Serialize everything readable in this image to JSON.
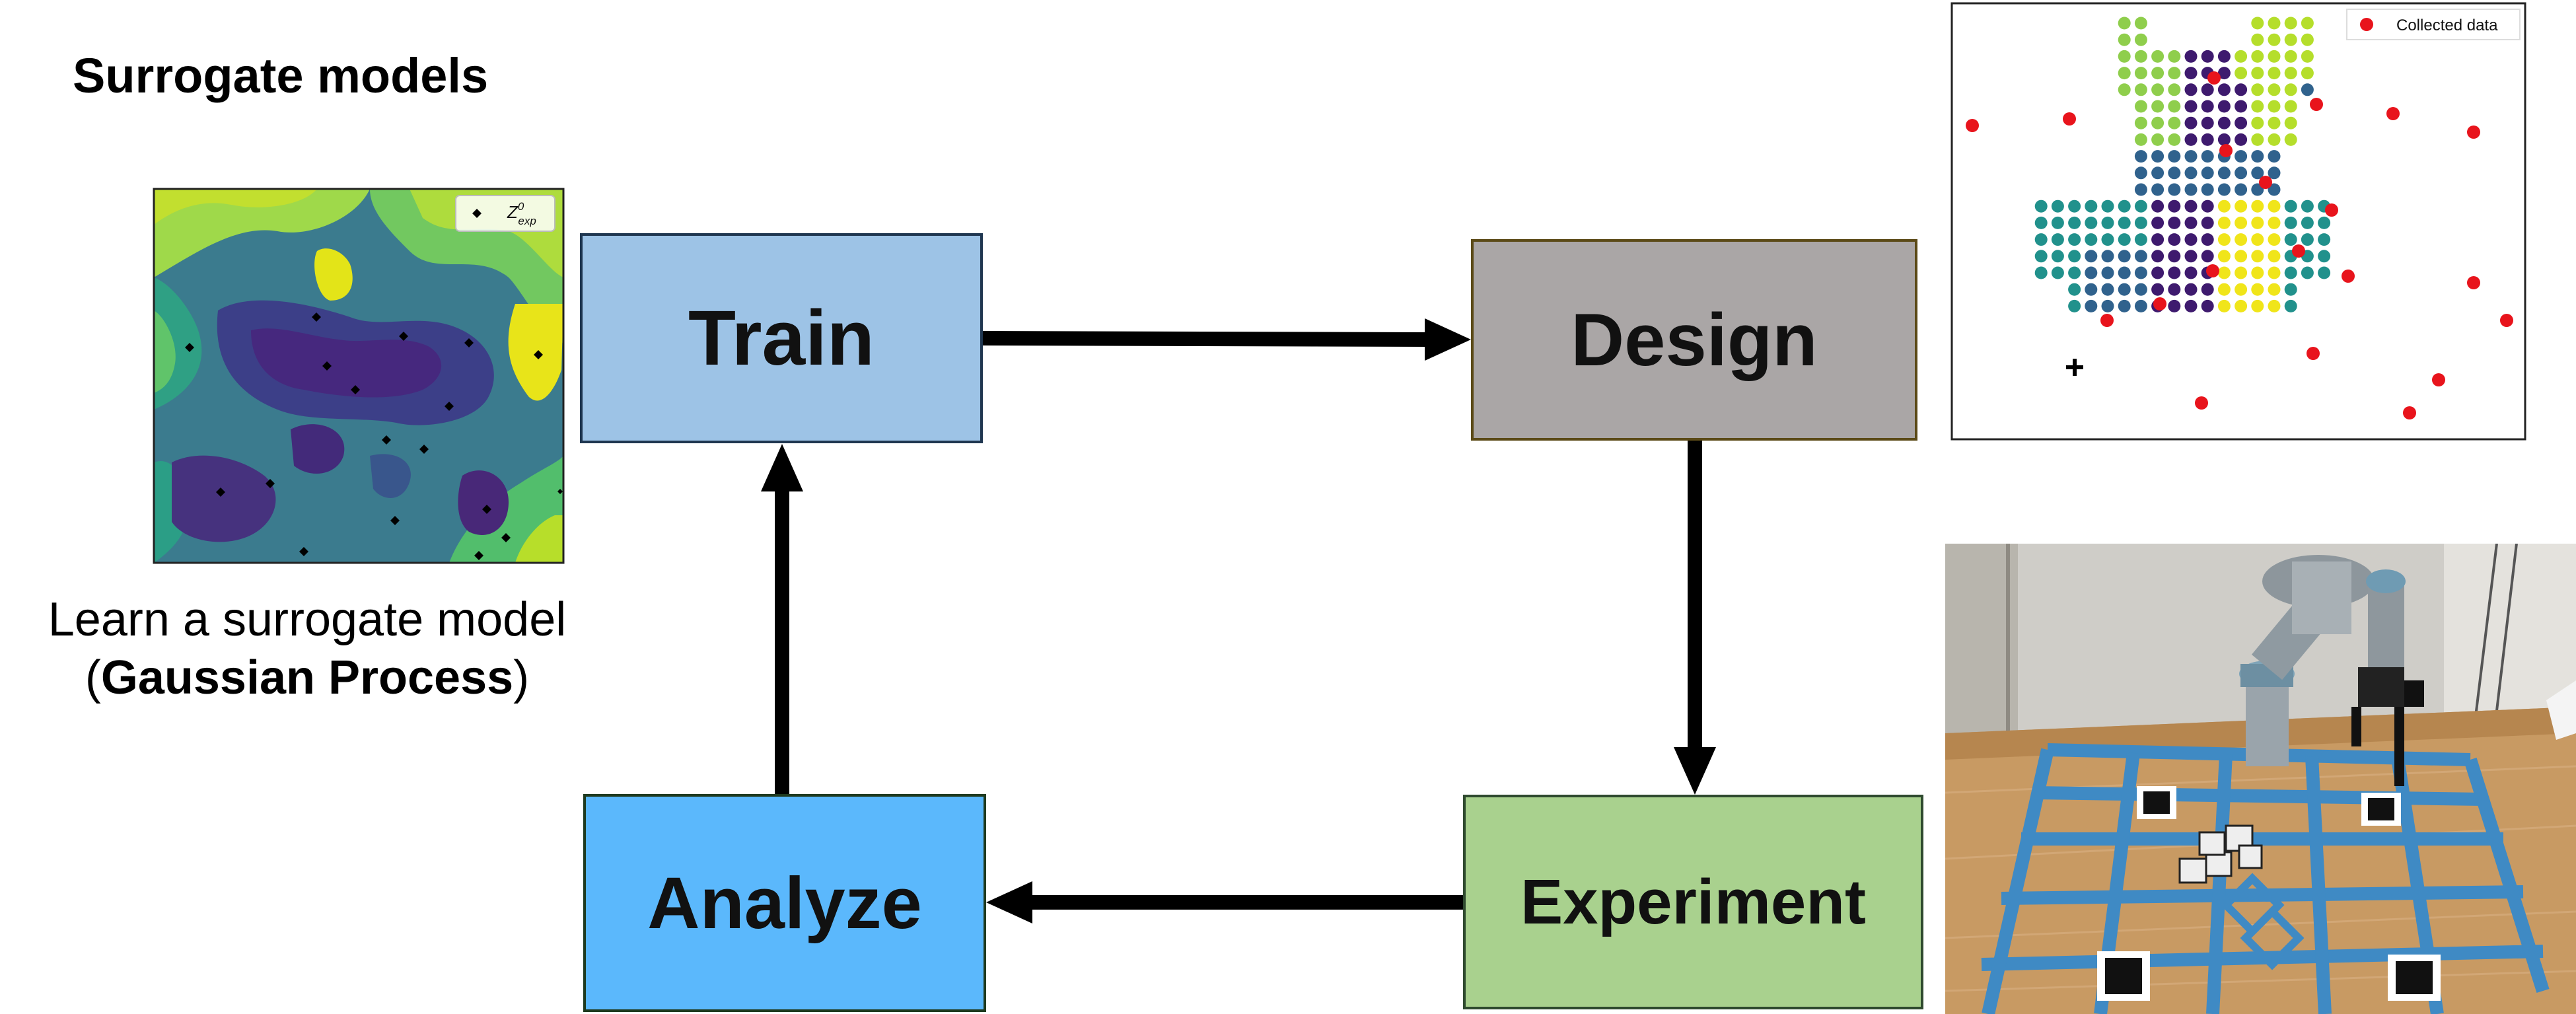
{
  "heading": "Surrogate models",
  "caption": {
    "line1": "Learn a surrogate model",
    "line2_open": "(",
    "line2_bold": "Gaussian Process",
    "line2_close": ")"
  },
  "boxes": {
    "train": "Train",
    "design": "Design",
    "experiment": "Experiment",
    "analyze": "Analyze"
  },
  "contour_plot": {
    "legend_label": "Z",
    "legend_sup": "0",
    "legend_sub": "exp"
  },
  "scatter_plot": {
    "legend_label": "Collected data"
  },
  "colors": {
    "train": "#9dc3e6",
    "design": "#aaa6a6",
    "analyze": "#5bb8fc",
    "experiment": "#a9d18e",
    "collected_data": "#e8141c"
  }
}
